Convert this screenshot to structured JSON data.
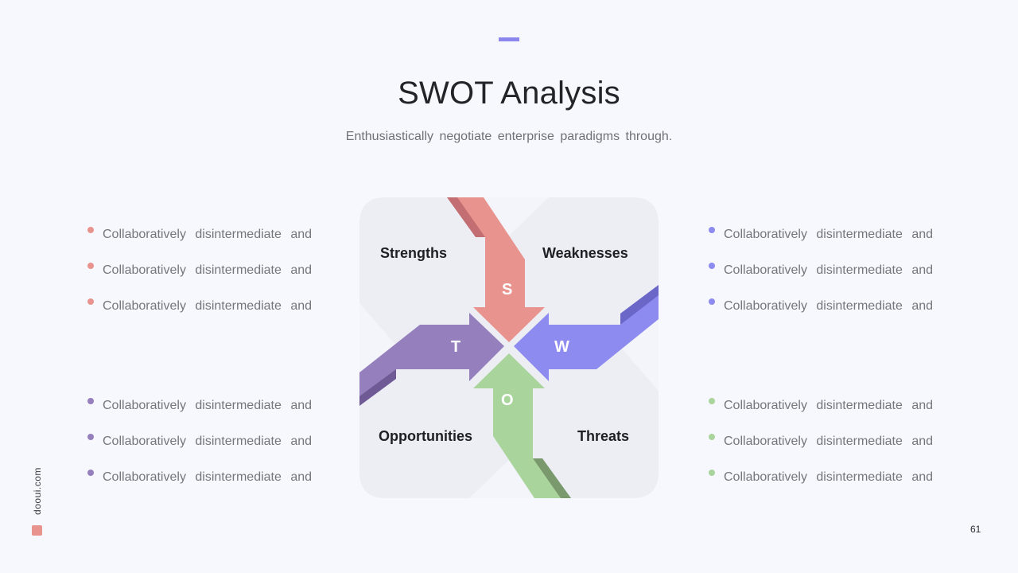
{
  "header": {
    "title": "SWOT Analysis",
    "subtitle": "Enthusiastically negotiate enterprise paradigms through."
  },
  "colors": {
    "strengths": "#e8938e",
    "weaknesses": "#8d8af0",
    "opportunities": "#957fbd",
    "threats": "#a9d59c",
    "accent": "#8b87ee",
    "tile": "#eceef4"
  },
  "diagram": {
    "strengths_label": "Strengths",
    "weaknesses_label": "Weaknesses",
    "opportunities_label": "Opportunities",
    "threats_label": "Threats",
    "letters": {
      "s": "S",
      "w": "W",
      "t": "T",
      "o": "O"
    }
  },
  "lists": {
    "strengths": [
      "Collaboratively disintermediate and",
      "Collaboratively disintermediate and",
      "Collaboratively disintermediate and"
    ],
    "weaknesses": [
      "Collaboratively disintermediate and",
      "Collaboratively disintermediate and",
      "Collaboratively disintermediate and"
    ],
    "opportunities": [
      "Collaboratively disintermediate and",
      "Collaboratively disintermediate and",
      "Collaboratively disintermediate and"
    ],
    "threats": [
      "Collaboratively disintermediate and",
      "Collaboratively disintermediate and",
      "Collaboratively disintermediate and"
    ]
  },
  "footer": {
    "brand": "dooui.com",
    "page_number": "61"
  }
}
